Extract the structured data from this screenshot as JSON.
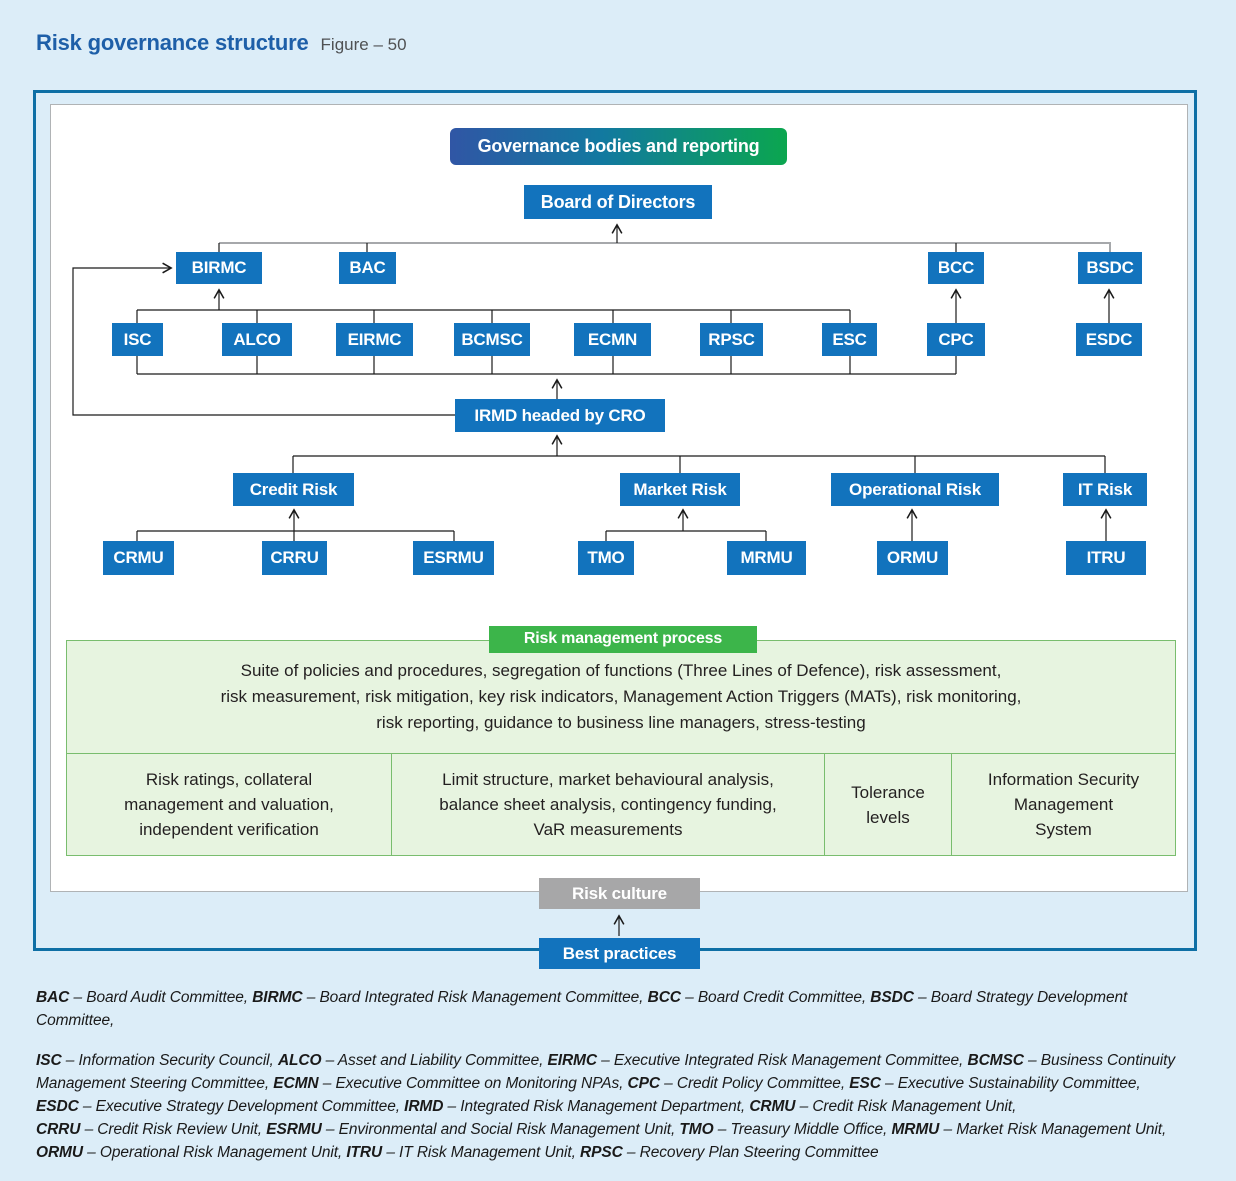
{
  "page": {
    "title": "Risk governance structure",
    "figure_label": "Figure – 50"
  },
  "colors": {
    "page_background": "#dcedf8",
    "title_blue": "#1e5fa8",
    "frame_border_blue": "#0e6fa5",
    "node_blue": "#1273bd",
    "header_gradient_start": "#3056a5",
    "header_gradient_end": "#0ba64f",
    "process_green": "#3cb54a",
    "process_panel_bg": "#e7f4e0",
    "process_panel_border": "#79bd6e",
    "risk_culture_gray": "#a7a7a8",
    "top_connector_gray": "#a6a8ab"
  },
  "diagram": {
    "gov_header": "Governance bodies and reporting",
    "boxes": {
      "board": "Board of Directors",
      "birmc": "BIRMC",
      "bac": "BAC",
      "bcc": "BCC",
      "bsdc": "BSDC",
      "isc": "ISC",
      "alco": "ALCO",
      "eirmc": "EIRMC",
      "bcmsc": "BCMSC",
      "ecmn": "ECMN",
      "rpsc": "RPSC",
      "esc": "ESC",
      "cpc": "CPC",
      "esdc": "ESDC",
      "irmd": "IRMD headed by CRO",
      "credit_risk": "Credit Risk",
      "market_risk": "Market Risk",
      "operational_risk": "Operational Risk",
      "it_risk": "IT Risk",
      "crmu": "CRMU",
      "crru": "CRRU",
      "esrmu": "ESRMU",
      "tmo": "TMO",
      "mrmu": "MRMU",
      "ormu": "ORMU",
      "itru": "ITRU"
    },
    "risk_process": {
      "header": "Risk management process",
      "summary_lines": [
        "Suite of policies and procedures, segregation of functions (Three Lines of Defence), risk assessment,",
        "risk measurement, risk mitigation, key risk indicators, Management Action Triggers (MATs), risk monitoring,",
        "risk reporting, guidance to business line managers, stress-testing"
      ],
      "cells": [
        [
          "Risk ratings, collateral",
          "management and valuation,",
          "independent verification"
        ],
        [
          "Limit structure, market behavioural analysis,",
          "balance sheet analysis, contingency funding,",
          "VaR measurements"
        ],
        [
          "Tolerance",
          "levels"
        ],
        [
          "Information Security",
          "Management",
          "System"
        ]
      ]
    },
    "risk_culture": "Risk culture",
    "best_practices": "Best practices"
  },
  "legend": {
    "paragraphs": [
      [
        [
          [
            "BAC",
            " – Board Audit Committee, "
          ],
          [
            "BIRMC",
            " – Board Integrated Risk Management Committee, "
          ],
          [
            "BCC",
            " – Board Credit Committee, "
          ],
          [
            "BSDC",
            " – Board Strategy Development Committee,"
          ]
        ]
      ],
      [
        [
          [
            "ISC",
            " – Information Security Council, "
          ],
          [
            "ALCO",
            " – Asset and Liability Committee, "
          ],
          [
            "EIRMC",
            " – Executive Integrated Risk Management Committee, "
          ],
          [
            "BCMSC",
            " – Business Continuity"
          ]
        ],
        [
          [
            "",
            "Management Steering Committee, "
          ],
          [
            "ECMN",
            " – Executive Committee on Monitoring NPAs, "
          ],
          [
            "CPC",
            " – Credit Policy Committee, "
          ],
          [
            "ESC",
            " – Executive Sustainability Committee,"
          ]
        ],
        [
          [
            "ESDC",
            " – Executive Strategy Development Committee, "
          ],
          [
            "IRMD",
            " – Integrated Risk Management Department, "
          ],
          [
            "CRMU",
            " – Credit Risk Management Unit,"
          ]
        ],
        [
          [
            "CRRU",
            " – Credit Risk Review Unit, "
          ],
          [
            "ESRMU",
            " – Environmental and Social Risk Management Unit, "
          ],
          [
            "TMO",
            " – Treasury Middle Office, "
          ],
          [
            "MRMU",
            " – Market Risk Management Unit,"
          ]
        ],
        [
          [
            "ORMU",
            " – Operational Risk Management Unit, "
          ],
          [
            "ITRU",
            " – IT Risk Management Unit, "
          ],
          [
            "RPSC",
            " – Recovery Plan Steering Committee"
          ]
        ]
      ]
    ]
  }
}
